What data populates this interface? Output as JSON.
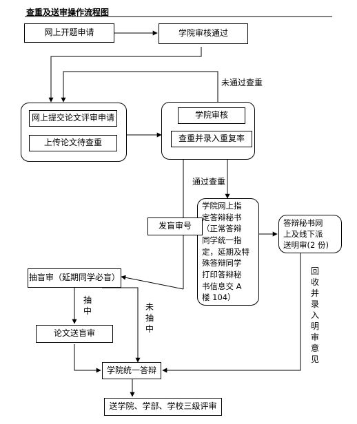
{
  "title": "查重及送审操作流程图",
  "nodes": {
    "online_proposal": "网上开题申请",
    "college_review_pass": "学院审核通过",
    "submit_thesis_review": "网上提交论文评审申请",
    "upload_thesis_check": "上传论文待查重",
    "college_review": "学院审核",
    "check_duplication_rate": "查重并录入重复率",
    "assign_secretary": "学院网上指\n定答辩秘书\n（正常答辩\n同学统一指\n定，延期及特\n殊答辩同学\n打印答辩秘\n书信息交 A\n楼 104）",
    "secretary_send": "答辩秘书网\n上及线下派\n送明审(2 份)",
    "issue_blind_number": "发盲审号",
    "blind_selection": "抽盲审（延期同学必盲）",
    "blind_review_send": "论文送盲审",
    "unified_defense": "学院统一答辩",
    "three_level_review": "送学院、学部、学校三级评审"
  },
  "edge_labels": {
    "not_pass_check": "未通过查重",
    "pass_check": "通过查重",
    "selected": "抽\n中",
    "not_selected": "未\n抽\n中",
    "return_opinion": "回\n收\n并\n录\n入\n明\n审\n意\n见"
  }
}
